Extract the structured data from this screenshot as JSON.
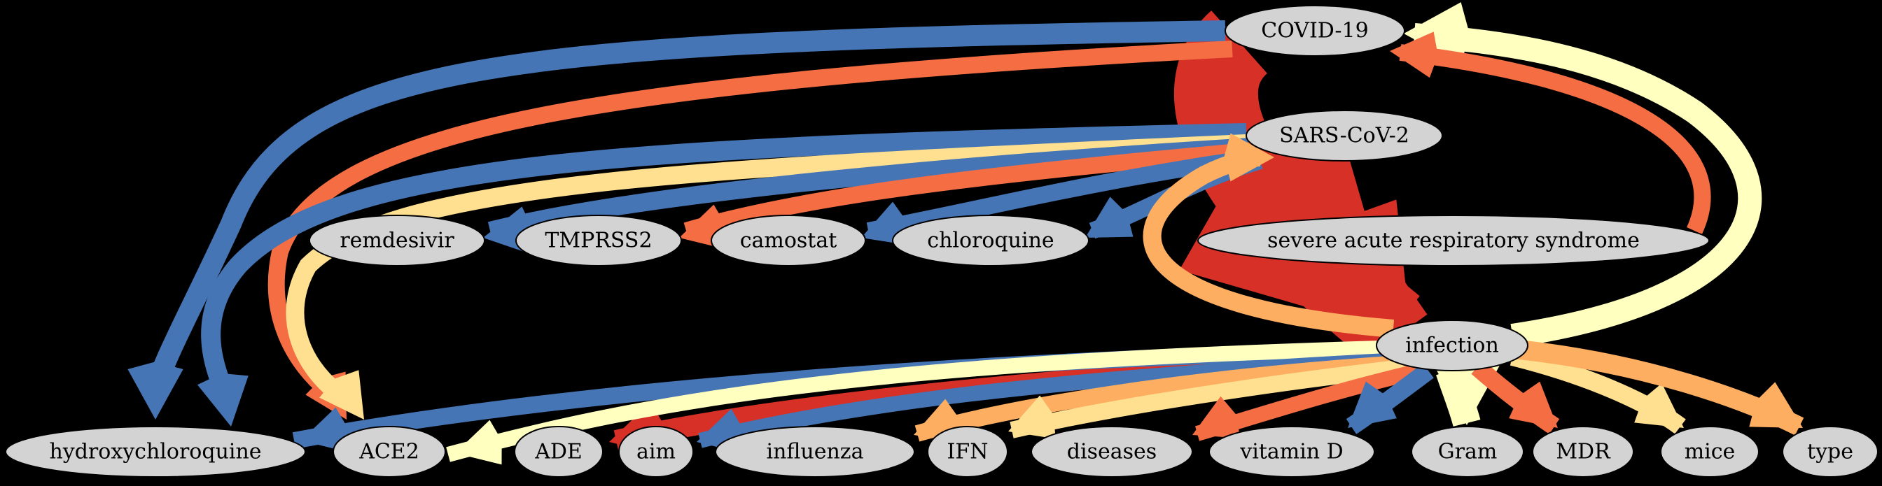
{
  "diagram": {
    "nodes": [
      {
        "id": "covid19",
        "label": "COVID-19"
      },
      {
        "id": "sarscov2",
        "label": "SARS-CoV-2"
      },
      {
        "id": "remdesivir",
        "label": "remdesivir"
      },
      {
        "id": "tmprss2",
        "label": "TMPRSS2"
      },
      {
        "id": "camostat",
        "label": "camostat"
      },
      {
        "id": "chloroquine",
        "label": "chloroquine"
      },
      {
        "id": "sars",
        "label": "severe acute respiratory syndrome"
      },
      {
        "id": "infection",
        "label": "infection"
      },
      {
        "id": "hcq",
        "label": "hydroxychloroquine"
      },
      {
        "id": "ace2",
        "label": "ACE2"
      },
      {
        "id": "ade",
        "label": "ADE"
      },
      {
        "id": "aim",
        "label": "aim"
      },
      {
        "id": "influenza",
        "label": "influenza"
      },
      {
        "id": "ifn",
        "label": "IFN"
      },
      {
        "id": "diseases",
        "label": "diseases"
      },
      {
        "id": "vitamind",
        "label": "vitamin D"
      },
      {
        "id": "gram",
        "label": "Gram"
      },
      {
        "id": "mdr",
        "label": "MDR"
      },
      {
        "id": "mice",
        "label": "mice"
      },
      {
        "id": "type",
        "label": "type"
      }
    ],
    "colors": {
      "red": "#d73027",
      "orange_red": "#f46d43",
      "orange": "#fdae61",
      "yellow": "#fee090",
      "pale_yellow": "#ffffbf",
      "blue": "#4575b4",
      "node_fill": "#d3d3d3"
    },
    "edges": [
      {
        "source": "covid19",
        "target": "hcq",
        "color": "blue"
      },
      {
        "source": "covid19",
        "target": "ace2",
        "color": "orange_red"
      },
      {
        "source": "sarscov2",
        "target": "hcq",
        "color": "blue"
      },
      {
        "source": "sarscov2",
        "target": "ace2",
        "color": "yellow"
      },
      {
        "source": "sarscov2",
        "target": "remdesivir",
        "color": "blue"
      },
      {
        "source": "sarscov2",
        "target": "tmprss2",
        "color": "orange_red"
      },
      {
        "source": "sarscov2",
        "target": "camostat",
        "color": "blue"
      },
      {
        "source": "sarscov2",
        "target": "chloroquine",
        "color": "blue"
      },
      {
        "source": "infection",
        "target": "sarscov2",
        "color": "orange"
      },
      {
        "source": "infection",
        "target": "covid19",
        "color": "pale_yellow"
      },
      {
        "source": "infection",
        "target": "hcq",
        "color": "blue"
      },
      {
        "source": "infection",
        "target": "ace2",
        "color": "pale_yellow"
      },
      {
        "source": "infection",
        "target": "aim",
        "color": "blue"
      },
      {
        "source": "infection",
        "target": "influenza",
        "color": "orange"
      },
      {
        "source": "infection",
        "target": "ifn",
        "color": "yellow"
      },
      {
        "source": "infection",
        "target": "diseases",
        "color": "orange_red"
      },
      {
        "source": "infection",
        "target": "vitamind",
        "color": "blue"
      },
      {
        "source": "infection",
        "target": "gram",
        "color": "pale_yellow"
      },
      {
        "source": "infection",
        "target": "mdr",
        "color": "orange_red"
      },
      {
        "source": "infection",
        "target": "mice",
        "color": "yellow"
      },
      {
        "source": "infection",
        "target": "type",
        "color": "orange"
      },
      {
        "source": "sars",
        "target": "covid19",
        "color": "orange_red"
      },
      {
        "source": "covid19",
        "target": "infection",
        "color": "red"
      },
      {
        "source": "sarscov2",
        "target": "infection",
        "color": "red"
      },
      {
        "source": "infection",
        "target": "ade",
        "color": "red"
      }
    ]
  }
}
